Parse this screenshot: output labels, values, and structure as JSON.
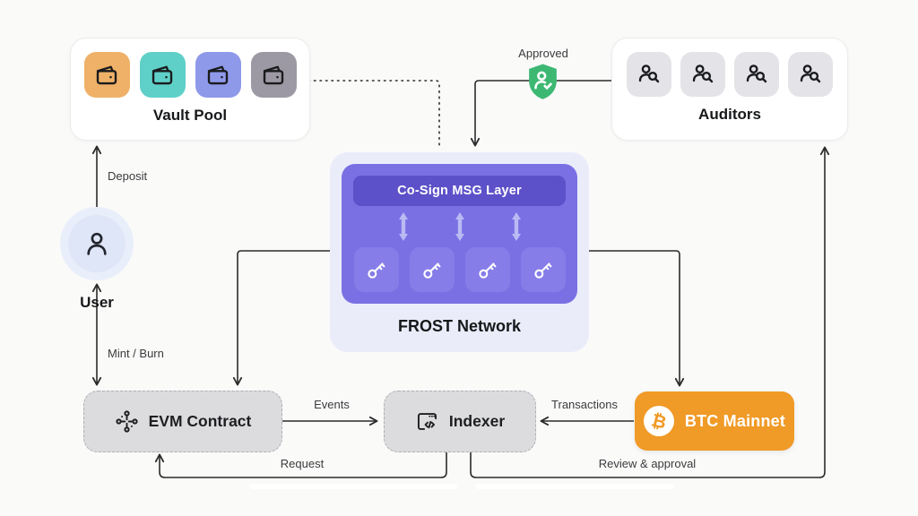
{
  "nodes": {
    "vault_pool": {
      "label": "Vault Pool",
      "wallet_colors": [
        "#efb168",
        "#5ed0c8",
        "#8f99ea",
        "#9d99a4"
      ]
    },
    "auditors": {
      "label": "Auditors",
      "tile_color": "#e4e4e8"
    },
    "user": {
      "label": "User",
      "outer_color": "#e9eefb",
      "inner_color": "#dfe6f8"
    },
    "frost": {
      "label": "FROST Network",
      "cosign_label": "Co-Sign MSG Layer",
      "outer_color": "#eaecfa",
      "inner_color": "#7a70e4",
      "cosign_color": "#5c51c8",
      "key_tile_color": "#867de8",
      "sync_arrow_color": "#b9baf3"
    },
    "evm": {
      "label": "EVM Contract"
    },
    "indexer": {
      "label": "Indexer"
    },
    "btc": {
      "label": "BTC Mainnet",
      "color": "#f09a27",
      "coin_color": "#f09a27",
      "coin_symbol": "₿"
    }
  },
  "edges": {
    "deposit": {
      "label": "Deposit"
    },
    "mint_burn": {
      "label": "Mint / Burn"
    },
    "approved": {
      "label": "Approved"
    },
    "events": {
      "label": "Events"
    },
    "transactions": {
      "label": "Transactions"
    },
    "request": {
      "label": "Request"
    },
    "review": {
      "label": "Review & approval"
    }
  },
  "colors": {
    "line": "#2b2b2b",
    "shield_green": "#3db873",
    "background": "#fafaf9"
  },
  "icons": [
    "wallet-icon",
    "auditor-search-icon",
    "user-icon",
    "key-icon",
    "hub-icon",
    "browser-code-icon",
    "bitcoin-icon",
    "shield-check-icon",
    "sync-arrow-icon"
  ]
}
